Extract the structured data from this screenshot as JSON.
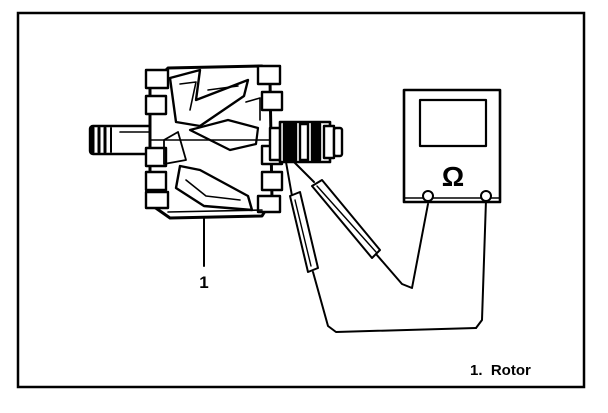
{
  "diagram": {
    "callout_number": "1",
    "caption": "1.  Rotor",
    "meter_symbol": "Ω",
    "colors": {
      "ink": "#000000",
      "paper": "#ffffff"
    }
  }
}
